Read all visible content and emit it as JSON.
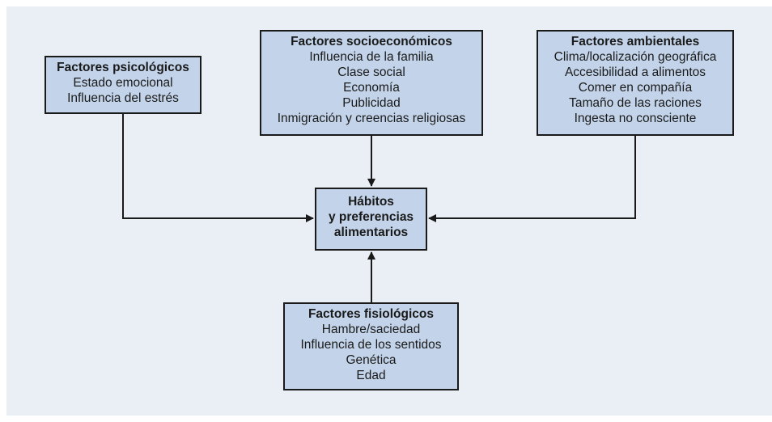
{
  "diagram": {
    "colors": {
      "box_fill": "#c3d4ea",
      "border": "#1a1a1a",
      "background": "#eaeff5"
    },
    "center": {
      "lines": [
        "Hábitos",
        "y preferencias",
        "alimentarios"
      ]
    },
    "psicologicos": {
      "title": "Factores psicológicos",
      "items": [
        "Estado emocional",
        "Influencia del estrés"
      ]
    },
    "socioeconomicos": {
      "title": "Factores socioeconómicos",
      "items": [
        "Influencia de la familia",
        "Clase social",
        "Economía",
        "Publicidad",
        "Inmigración y creencias religiosas"
      ]
    },
    "ambientales": {
      "title": "Factores ambientales",
      "items": [
        "Clima/localización geográfica",
        "Accesibilidad a alimentos",
        "Comer en compañía",
        "Tamaño de las raciones",
        "Ingesta no consciente"
      ]
    },
    "fisiologicos": {
      "title": "Factores fisiológicos",
      "items": [
        "Hambre/saciedad",
        "Influencia de los sentidos",
        "Genética",
        "Edad"
      ]
    }
  }
}
